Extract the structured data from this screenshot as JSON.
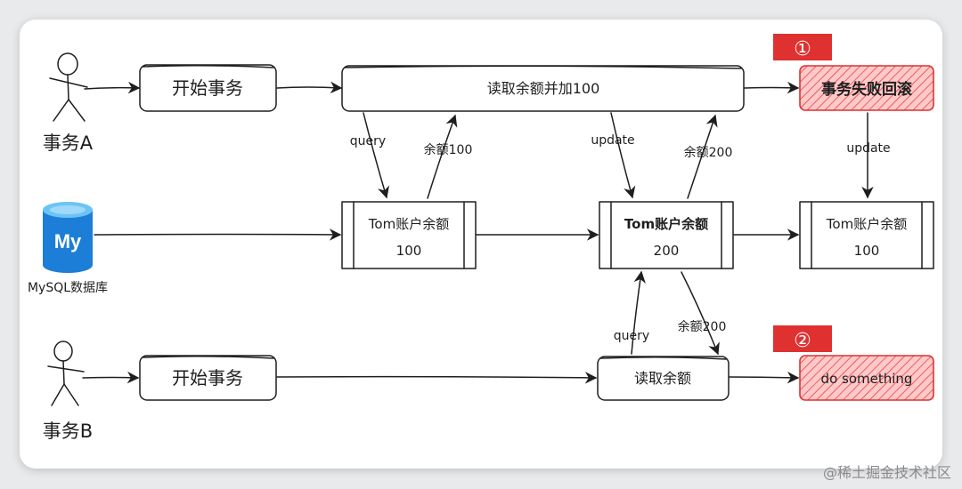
{
  "actors": {
    "a": "事务A",
    "b": "事务B"
  },
  "database": {
    "logo_text": "My",
    "label": "MySQL数据库"
  },
  "boxes": {
    "start_a": "开始事务",
    "read_add": "读取余额并加100",
    "rollback": "事务失败回滚",
    "tom1_title": "Tom账户余额",
    "tom1_value": "100",
    "tom2_title": "Tom账户余额",
    "tom2_value": "200",
    "tom3_title": "Tom账户余额",
    "tom3_value": "100",
    "start_b": "开始事务",
    "read_b": "读取余额",
    "do_something": "do something"
  },
  "edge_labels": {
    "query_a": "query",
    "balance_100": "余额100",
    "update_a": "update",
    "balance_200_a": "余额200",
    "update_rollback": "update",
    "query_b": "query",
    "balance_200_b": "余额200"
  },
  "markers": {
    "one": "①",
    "two": "②"
  },
  "watermark": "@稀土掘金技术社区",
  "colors": {
    "marker_red": "#e03131",
    "highlight_fill": "#ffc9c9",
    "highlight_stroke": "#e03131",
    "db_blue": "#1c7ed6",
    "stroke": "#1e1e1e"
  }
}
